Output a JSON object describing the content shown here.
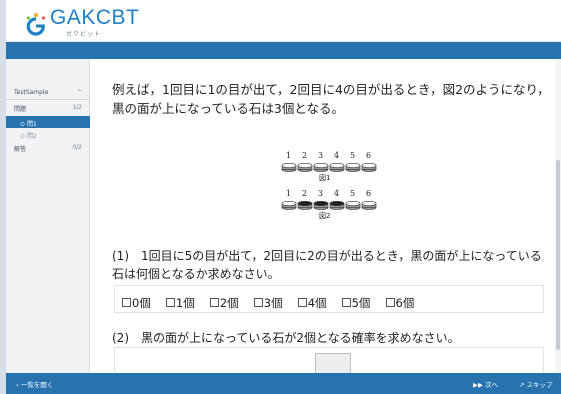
{
  "app": {
    "logo_text": "GAKCBT",
    "logo_sub": "ガクビット",
    "brand_color": "#2872ad"
  },
  "sidebar": {
    "test_name": "TestSample",
    "test_toggle": "^",
    "questions_label": "問題",
    "questions_count": "1/2",
    "items": [
      {
        "label": "問1",
        "icon": "clock-icon",
        "active": true
      },
      {
        "label": "問2",
        "icon": "clock-icon",
        "active": false
      }
    ],
    "answers_label": "解答",
    "answers_count": "0/2"
  },
  "question": {
    "text": "例えば，1回目に1の目が出て，2回目に4の目が出るとき，図2のようになり，黒の面が上になっている石は3個となる。",
    "figure": {
      "numbers": [
        "1",
        "2",
        "3",
        "4",
        "5",
        "6"
      ],
      "fig1_label": "図1",
      "fig2_label": "図2",
      "fig1_black": [
        false,
        false,
        false,
        false,
        false,
        false
      ],
      "fig2_black": [
        false,
        true,
        true,
        true,
        false,
        false
      ]
    },
    "sub1": "(1)　1回目に5の目が出て，2回目に2の目が出るとき，黒の面が上になっている石は何個となるか求めなさい。",
    "options": [
      "0個",
      "1個",
      "2個",
      "3個",
      "4個",
      "5個",
      "6個"
    ],
    "sub2": "(2)　黒の面が上になっている石が2個となる確率を求めなさい。"
  },
  "footer": {
    "list_label": "一覧を開く",
    "next_label": "次へ",
    "skip_label": "スキップ"
  }
}
